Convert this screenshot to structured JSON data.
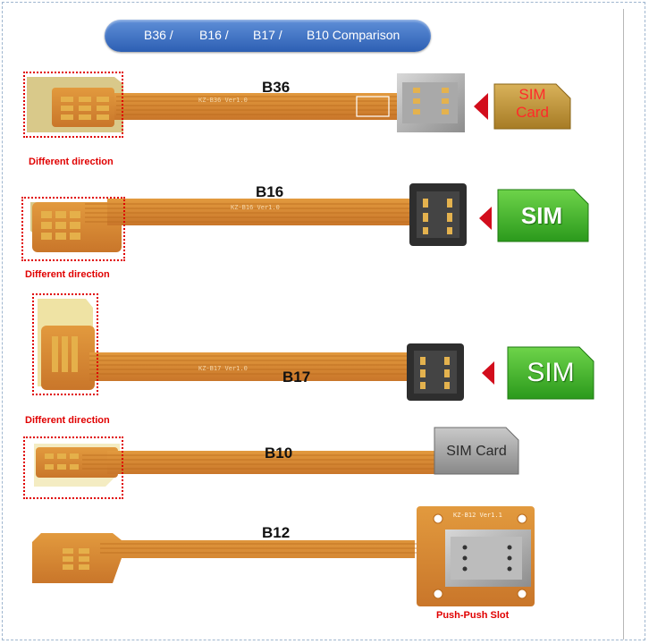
{
  "banner": {
    "items": [
      "B36 /",
      "B16 /",
      "B17 /",
      "B10 Comparison"
    ]
  },
  "rows": {
    "b36": {
      "label": "B36",
      "note": "Different direction",
      "pcb_text": "KZ-B36 Ver1.0",
      "card_line1": "SIM",
      "card_line2": "Card"
    },
    "b16": {
      "label": "B16",
      "note": "Different direction",
      "pcb_text": "KZ-B16 Ver1.0",
      "card": "SIM"
    },
    "b17": {
      "label": "B17",
      "note": "Different direction",
      "pcb_text": "KZ-B17 Ver1.0",
      "card": "SIM"
    },
    "b10": {
      "label": "B10",
      "card": "SIM Card"
    },
    "b12": {
      "label": "B12",
      "pcb_text": "KZ-B12 Ver1.1",
      "slot_note": "Push-Push Slot"
    }
  },
  "colors": {
    "flex": "#d98a2c",
    "flex_dark": "#b8691a",
    "gold": "#d7a449",
    "banner": "#3b6fc4",
    "note_red": "#e00000",
    "sim_green": "#3bb82a",
    "sim_gold": "#c49a3c"
  }
}
